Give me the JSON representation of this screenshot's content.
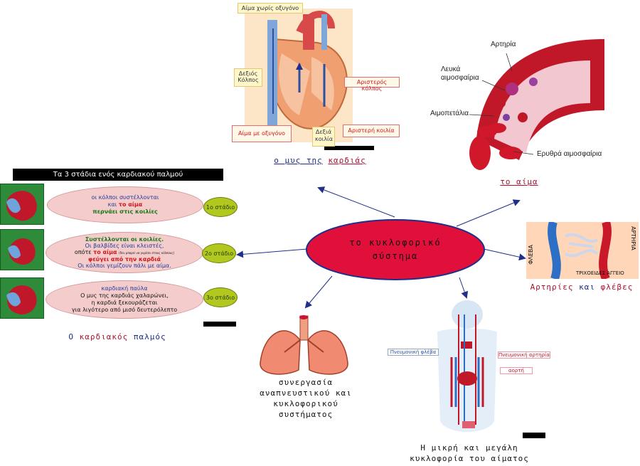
{
  "center": {
    "line1": "το κυκλοφορικό",
    "line2": "σύστημα"
  },
  "heart_muscle": {
    "caption_a": "ο μυς της",
    "caption_b": "καρδιάς",
    "labels": {
      "deoxygenated": "Αίμα χωρίς οξυγόνο",
      "right_atrium_1": "Δεξιός",
      "right_atrium_2": "Κόλπος",
      "left_atrium": "Αριστερός κόλπος",
      "oxygenated": "Αίμα με οξυγόνο",
      "right_ventricle_1": "Δεξιά",
      "right_ventricle_2": "κοιλία",
      "left_ventricle": "Αριστερή κοιλία"
    }
  },
  "blood": {
    "caption": "το αίμα",
    "labels": {
      "artery": "Αρτηρία",
      "white_1": "Λευκά",
      "white_2": "αιμοσφαίρια",
      "platelets": "Αιμοπετάλια",
      "red": "Ερυθρά αιμοσφαίρια"
    }
  },
  "vessels": {
    "caption_a": "Αρτηρίες",
    "caption_b": "και",
    "caption_c": "φλέβες",
    "labels": {
      "vein": "ΦΛΕΒΑ",
      "artery": "ΑΡΤΗΡΙΑ",
      "capillary": "ΤΡΙΧΟΕΙΔΕΣ ΑΓΓΕΙΟ"
    }
  },
  "circulation": {
    "caption_1": "Η μικρή και μεγάλη",
    "caption_2": "κυκλοφορία του αίματος",
    "labels": {
      "pulmonary_vein": "Πνευμονική φλέβα",
      "pulmonary_artery": "Πνευμονική αρτηρία",
      "aorta": "αορτή"
    }
  },
  "lungs": {
    "caption_1": "συνεργασία",
    "caption_2": "αναπνευστικού και",
    "caption_3": "κυκλοφορικού",
    "caption_4": "συστήματος"
  },
  "heartbeat": {
    "title": "Τα 3 στάδια ενός καρδιακού παλμού",
    "caption_a": "Ο",
    "caption_b": "καρδιακός",
    "caption_c": "παλμός",
    "stages": [
      {
        "badge": "1ο στάδιο",
        "l1": "οι κόλποι συστέλλονται",
        "l2a": "και",
        "l2b": "το αίμα",
        "l3": "περνάει στις κοιλίες"
      },
      {
        "badge": "2ο στάδιο",
        "l1": "Συστέλλονται οι κοιλίες.",
        "l2": "Οι βαλβίδες είναι κλειστές,",
        "l3a": "οπότε",
        "l3b": "το αίμα",
        "l3c": "(δεν μπορεί να γυρίσει στους κόλπους)",
        "l4": "φεύγει από την καρδιά",
        "l5": "Οι κόλποι γεμίζουν πάλι με αίμα."
      },
      {
        "badge": "3ο στάδιο",
        "l1": "καρδιακή παύλα",
        "l2": "Ο μυς της καρδιάς χαλαρώνει,",
        "l3": "η καρδιά ξεκουράζεται",
        "l4": "για λιγότερο από μισό δευτερόλεπτο"
      }
    ]
  },
  "colors": {
    "center_fill": "#e0103a",
    "heart_red": "#c0182a",
    "vein_blue": "#2d6fc4",
    "title_bar": "#000000",
    "stage_pill": "#f5cccc",
    "stage_badge": "#b3c81e"
  }
}
